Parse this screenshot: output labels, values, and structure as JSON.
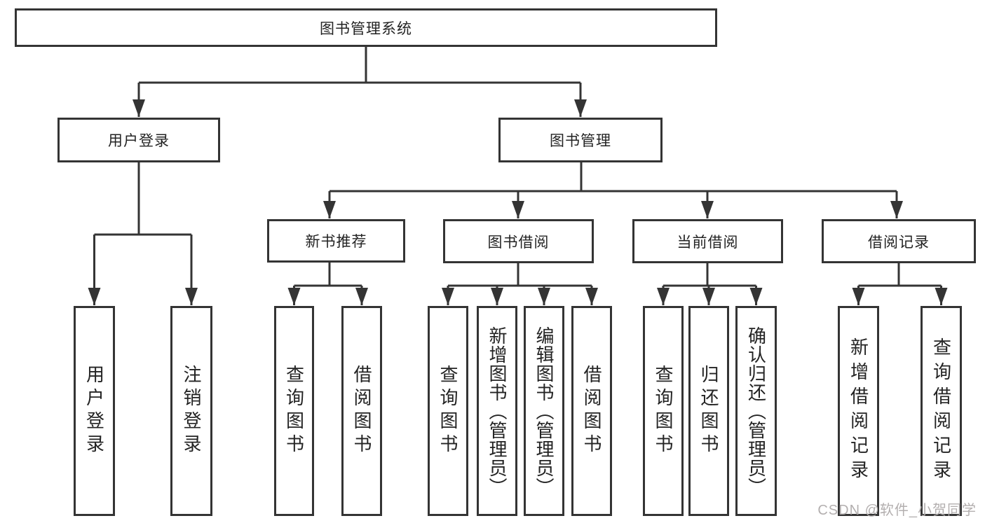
{
  "colors": {
    "line": "#343434",
    "box_border": "#343434",
    "box_fill": "#ffffff",
    "text": "#232323",
    "watermark": "#afabab"
  },
  "root": {
    "label": "图书管理系统"
  },
  "branches": [
    {
      "label": "用户登录",
      "children": [
        {
          "label": "用户登录"
        },
        {
          "label": "注销登录"
        }
      ]
    },
    {
      "label": "图书管理",
      "children": [
        {
          "label": "新书推荐",
          "children": [
            {
              "label": "查询图书"
            },
            {
              "label": "借阅图书"
            }
          ]
        },
        {
          "label": "图书借阅",
          "children": [
            {
              "label": "查询图书"
            },
            {
              "label": "新增图书（管理员）"
            },
            {
              "label": "编辑图书（管理员）"
            },
            {
              "label": "借阅图书"
            }
          ]
        },
        {
          "label": "当前借阅",
          "children": [
            {
              "label": "查询图书"
            },
            {
              "label": "归还图书"
            },
            {
              "label": "确认归还（管理员）"
            }
          ]
        },
        {
          "label": "借阅记录",
          "children": [
            {
              "label": "新增借阅记录"
            },
            {
              "label": "查询借阅记录"
            }
          ]
        }
      ]
    }
  ],
  "watermark": "CSDN @软件_小贺同学"
}
